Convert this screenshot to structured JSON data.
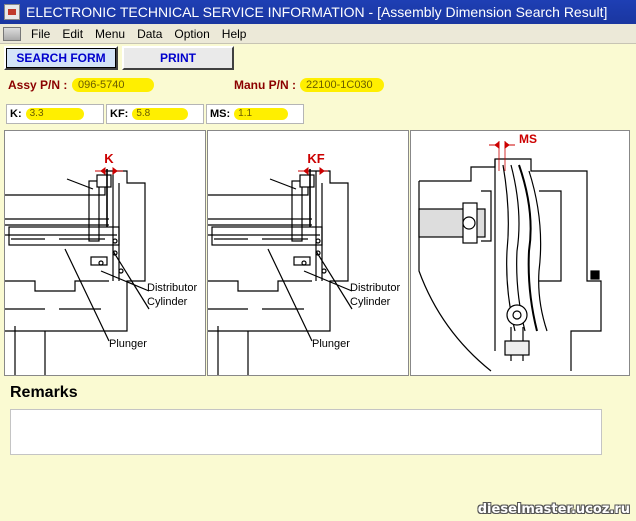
{
  "window": {
    "title": "ELECTRONIC TECHNICAL SERVICE INFORMATION - [Assembly Dimension Search Result]"
  },
  "menu": {
    "items": [
      "File",
      "Edit",
      "Menu",
      "Data",
      "Option",
      "Help"
    ]
  },
  "toolbar": {
    "search_label": "SEARCH FORM",
    "print_label": "PRINT"
  },
  "header": {
    "assy_label": "Assy P/N :",
    "assy_value": "096-5740",
    "manu_label": "Manu P/N :",
    "manu_value": "22100-1C030"
  },
  "dimensions": {
    "k_label": "K:",
    "k_value": "3.3",
    "kf_label": "KF:",
    "kf_value": "5.8",
    "ms_label": "MS:",
    "ms_value": "1.1"
  },
  "figures": {
    "panel1": {
      "dim_label": "K",
      "label_distributor": "Distributor",
      "label_cylinder": "Cylinder",
      "label_plunger": "Plunger"
    },
    "panel2": {
      "dim_label": "KF",
      "label_distributor": "Distributor",
      "label_cylinder": "Cylinder",
      "label_plunger": "Plunger"
    },
    "panel3": {
      "dim_label": "MS"
    }
  },
  "remarks": {
    "title": "Remarks",
    "text": ""
  },
  "watermark": "dieselmaster.ucoz.ru",
  "colors": {
    "titlebar": "#1e3fb4",
    "background": "#fafad2",
    "label_text": "#8b0000",
    "highlight": "#ffef00",
    "dimension_red": "#cc0000"
  }
}
